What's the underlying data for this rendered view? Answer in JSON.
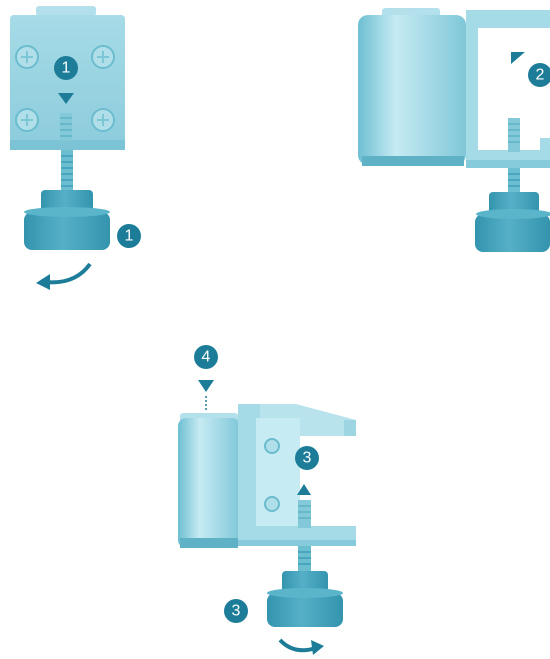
{
  "colors": {
    "metal": "#8fd0de",
    "metal_light": "#b8e4ee",
    "metal_dark": "#5fb2c6",
    "knob": "#3f9fb9",
    "knob_dark": "#2e87a0",
    "badge": "#1d7d99",
    "arrow": "#1d7d99"
  },
  "steps": {
    "panel_top_left": {
      "badges": [
        "1",
        "1"
      ]
    },
    "panel_top_right": {
      "badges": [
        "2"
      ]
    },
    "panel_bottom": {
      "badges": [
        "4",
        "3",
        "3"
      ]
    }
  }
}
